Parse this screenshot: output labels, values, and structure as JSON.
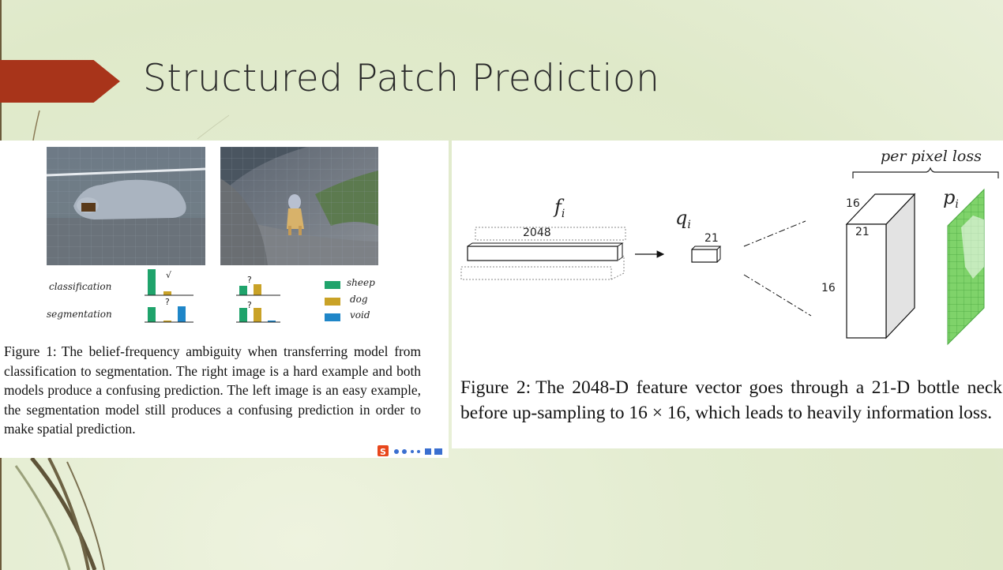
{
  "slide": {
    "title": "Structured Patch Prediction"
  },
  "figure1": {
    "row_labels": [
      "classification",
      "segmentation"
    ],
    "marks": {
      "check": "√",
      "question": "?"
    },
    "legend": [
      {
        "label": "sheep",
        "color": "#1fa36b"
      },
      {
        "label": "dog",
        "color": "#c9a227"
      },
      {
        "label": "void",
        "color": "#1f86c8"
      }
    ],
    "caption_label": "Figure 1:",
    "caption_text": "The belief-frequency ambiguity when transferring model from classification to segmentation. The right image is a hard example and both models produce a confusing prediction. The left image is an easy example, the segmentation model still produces a confusing prediction in order to make spatial prediction."
  },
  "figure2": {
    "per_pixel_loss": "per pixel loss",
    "f_symbol": "f",
    "f_subscript": "i",
    "q_symbol": "q",
    "q_subscript": "i",
    "p_symbol": "p",
    "p_subscript": "i",
    "dim_2048": "2048",
    "dim_21_small": "21",
    "cube_16_top": "16",
    "cube_21": "21",
    "cube_16_side": "16",
    "caption_label": "Figure 2:",
    "caption_text": "The 2048-D feature vector goes through a 21-D bottle neck before up-sampling to 16 × 16, which leads to heavily information loss."
  }
}
